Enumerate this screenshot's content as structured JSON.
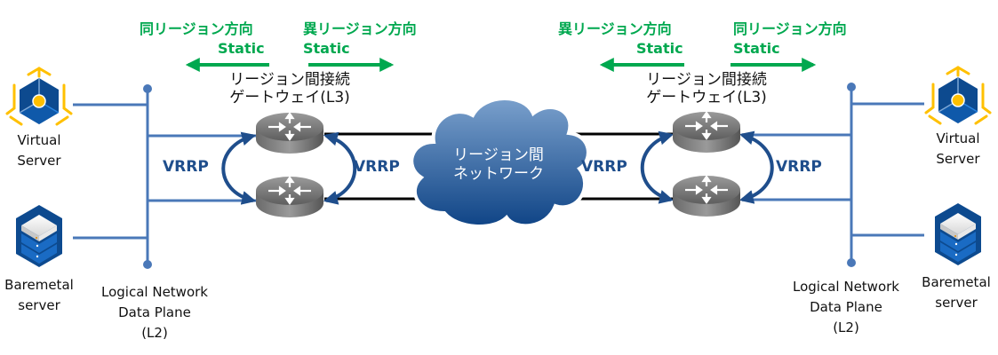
{
  "colors": {
    "static_green": "#00a84f",
    "vrrp_blue": "#1f4e8c",
    "l2_line": "#4a78b8",
    "wan_line": "#000000",
    "cloud_top": "#6f97c7",
    "cloud_bottom": "#0f4486",
    "router_gray": "#707070",
    "vs_frame_yellow": "#ffc000"
  },
  "left": {
    "static_same_direction": "同リージョン方向",
    "static_same_label": "Static",
    "static_other_direction": "異リージョン方向",
    "static_other_label": "Static",
    "gateway_line1": "リージョン間接続",
    "gateway_line2": "ゲートウェイ(L3)",
    "vrrp_left": "VRRP",
    "vrrp_right": "VRRP",
    "virtual_server_line1": "Virtual",
    "virtual_server_line2": "Server",
    "baremetal_line1": "Baremetal",
    "baremetal_line2": "server",
    "l2_line1": "Logical Network",
    "l2_line2": "Data Plane",
    "l2_line3": "(L2)"
  },
  "right": {
    "static_other_direction": "異リージョン方向",
    "static_other_label": "Static",
    "static_same_direction": "同リージョン方向",
    "static_same_label": "Static",
    "gateway_line1": "リージョン間接続",
    "gateway_line2": "ゲートウェイ(L3)",
    "vrrp_left": "VRRP",
    "vrrp_right": "VRRP",
    "virtual_server_line1": "Virtual",
    "virtual_server_line2": "Server",
    "baremetal_line1": "Baremetal",
    "baremetal_line2": "server",
    "l2_line1": "Logical Network",
    "l2_line2": "Data Plane",
    "l2_line3": "(L2)"
  },
  "cloud": {
    "line1": "リージョン間",
    "line2": "ネットワーク"
  }
}
